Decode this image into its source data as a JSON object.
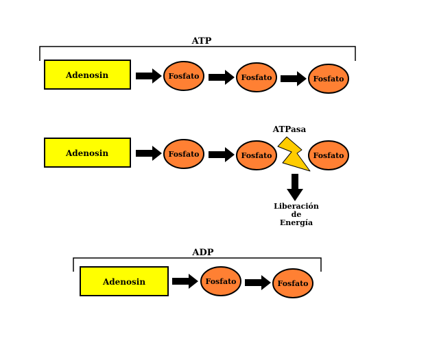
{
  "atp": {
    "label": "ATP",
    "adenosine": "Adenosin",
    "phosphates": [
      "Fosfato",
      "Fosfato",
      "Fosfato"
    ]
  },
  "hydrolysis": {
    "adenosine": "Adenosin",
    "phosphates": [
      "Fosfato",
      "Fosfato",
      "Fosfato"
    ],
    "enzyme": "ATPasa",
    "release_line1": "Liberación",
    "release_line2": "de",
    "release_line3": "Energía"
  },
  "adp": {
    "label": "ADP",
    "adenosine": "Adenosin",
    "phosphates": [
      "Fosfato",
      "Fosfato"
    ]
  },
  "colors": {
    "adenosine_fill": "#ffff00",
    "phosphate_fill": "#ff8033",
    "stroke": "#000000",
    "bolt_fill": "#ffcc00"
  }
}
